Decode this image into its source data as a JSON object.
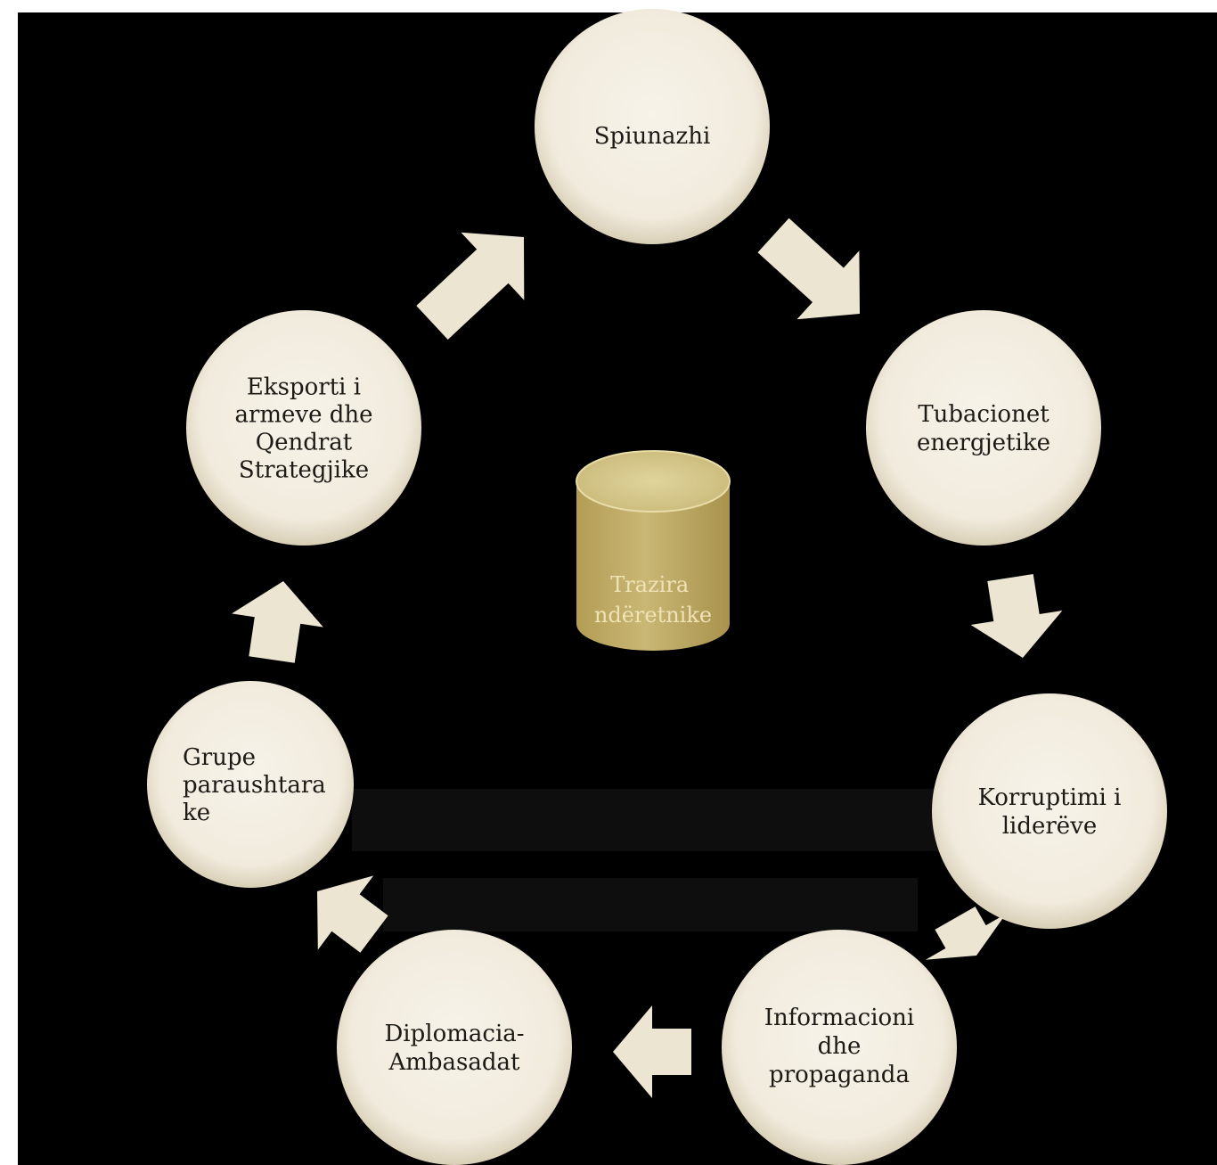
{
  "diagram": {
    "center": {
      "lines": [
        "Trazira",
        "ndëretnike"
      ]
    },
    "nodes": [
      {
        "id": "spiunazhi",
        "lines": [
          "Spiunazhi"
        ]
      },
      {
        "id": "tubacionet",
        "lines": [
          "Tubacionet",
          "energjetike"
        ]
      },
      {
        "id": "korruptimi",
        "lines": [
          "Korruptimi i",
          "liderëve"
        ]
      },
      {
        "id": "informacioni",
        "lines": [
          "Informacioni",
          "dhe",
          "propaganda"
        ]
      },
      {
        "id": "diplomacia",
        "lines": [
          "Diplomacia-",
          "Ambasadat"
        ]
      },
      {
        "id": "grupe",
        "lines": [
          "Grupe",
          "paraushtara",
          "ke"
        ]
      },
      {
        "id": "eksporti",
        "lines": [
          "Eksporti i",
          "armeve dhe",
          "Qendrat",
          "Strategjike"
        ]
      }
    ],
    "colors": {
      "background": "#000000",
      "frame": "#ffffff",
      "circle_center": "#f4efe3",
      "circle_edge": "#d8ceb6",
      "arrow": "#ece5d2",
      "cylinder_top": "#d6c98e",
      "cylinder_body": "#b9a65e"
    }
  }
}
